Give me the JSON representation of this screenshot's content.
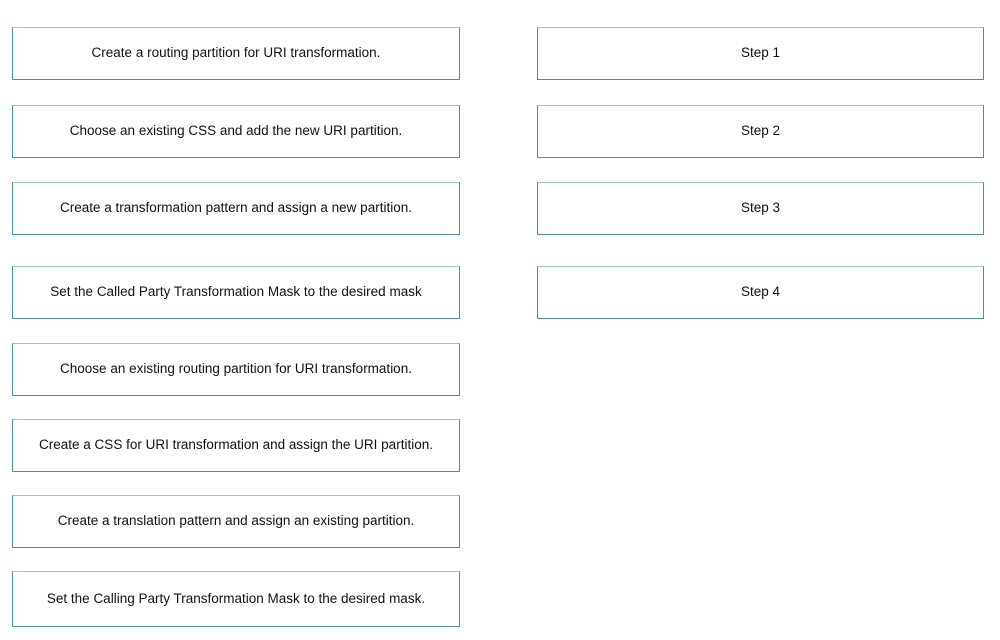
{
  "colors": {
    "page_background": "#ffffff",
    "box_background": "#ffffff",
    "box_border": "#4f8e9e",
    "text": "#111111"
  },
  "options": [
    {
      "label": "Create a routing partition for URI transformation."
    },
    {
      "label": "Choose an existing CSS and add the new URI partition."
    },
    {
      "label": "Create a transformation pattern and assign a new partition."
    },
    {
      "label": "Set the Called Party Transformation Mask to the desired mask"
    },
    {
      "label": "Choose an existing routing partition for URI transformation."
    },
    {
      "label": "Create a CSS for URI transformation and assign the URI partition."
    },
    {
      "label": "Create a translation pattern and assign an existing partition."
    },
    {
      "label": "Set the Calling Party Transformation Mask to the desired mask."
    }
  ],
  "steps": [
    {
      "label": "Step 1"
    },
    {
      "label": "Step 2"
    },
    {
      "label": "Step 3"
    },
    {
      "label": "Step 4"
    }
  ]
}
